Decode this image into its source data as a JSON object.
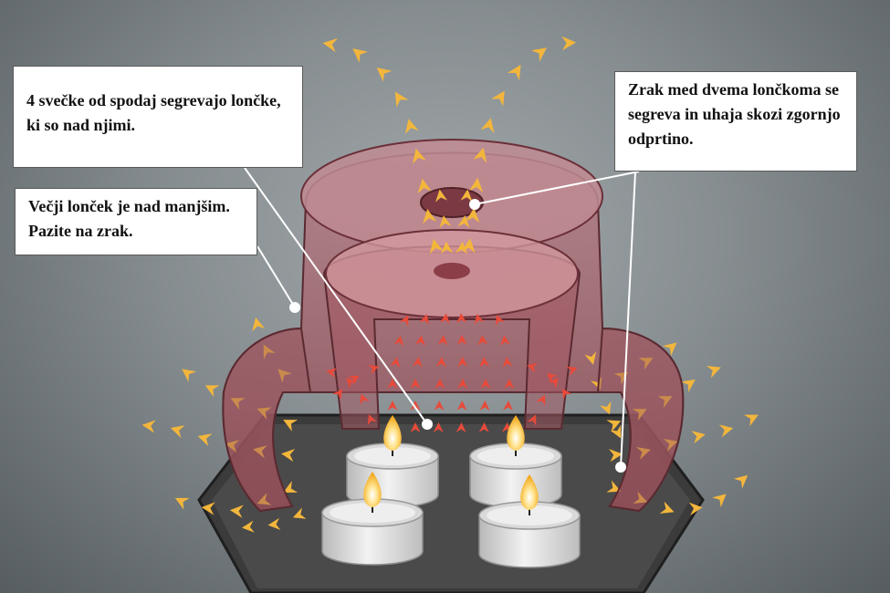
{
  "callouts": {
    "candles": "4 svečke od spodaj segrevajo lončke, ki so nad njimi.",
    "nested_pots": "Večji lonček je nad manjšim. Pazite na zrak.",
    "air_between": "Zrak med dvema lončkoma se segreva in uhaja skozi zgornjo odprtino."
  },
  "colors": {
    "background": "#868d90",
    "pot": "#8a4650",
    "hot_air_arrows": "#e84a3a",
    "warm_air_arrows": "#f3b63c",
    "tray": "#3a3a3a",
    "candle": "#e4e4e4",
    "flame": "#f6b928"
  },
  "icons": [
    "candle-icon",
    "flame-icon",
    "air-flow-arrow-icon"
  ]
}
